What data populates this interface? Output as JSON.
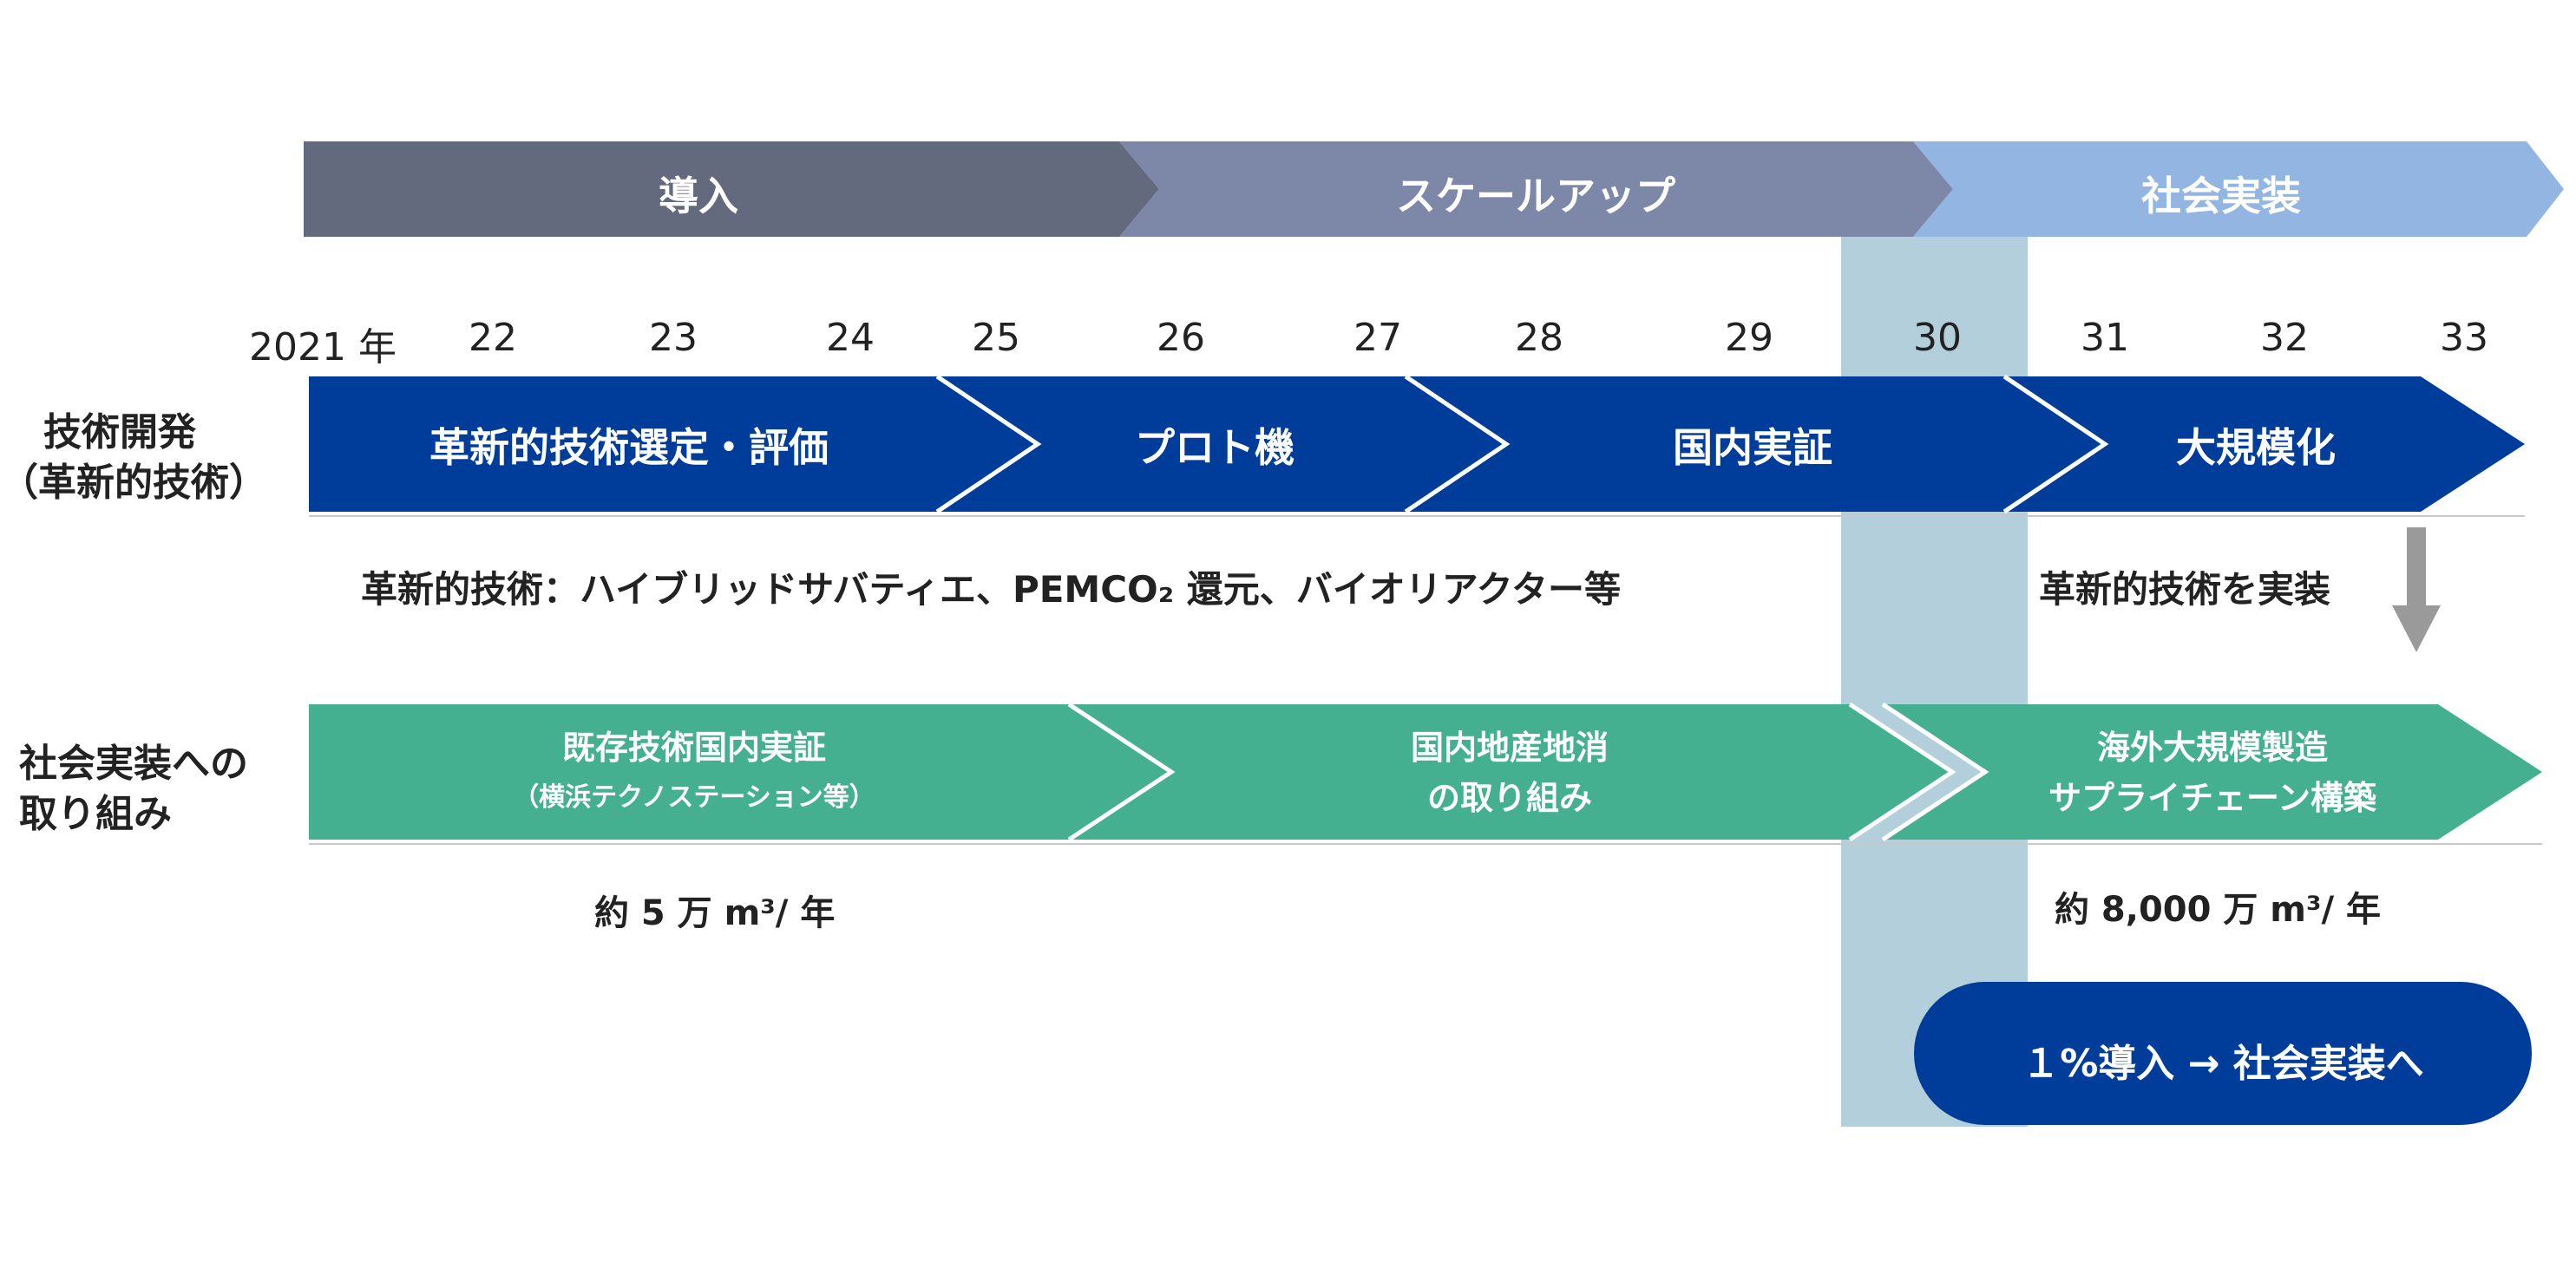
{
  "colors": {
    "phase1": "#646a7e",
    "phase2": "#7d88a8",
    "phase3": "#93b5e1",
    "navy": "#003d9a",
    "green": "#45b08f",
    "highlight": "#b3cfdb",
    "arrow": "#9a9a9a"
  },
  "phases": [
    "導入",
    "スケールアップ",
    "社会実装"
  ],
  "years": [
    "2021 年",
    "22",
    "23",
    "24",
    "25",
    "26",
    "27",
    "28",
    "29",
    "30",
    "31",
    "32",
    "33"
  ],
  "rows": {
    "tech": {
      "label_line1": "技術開発",
      "label_line2": "（革新的技術）",
      "stages": [
        "革新的技術選定・評価",
        "プロト機",
        "国内実証",
        "大規模化"
      ],
      "note_left": "革新的技術：ハイブリッドサバティエ、PEMCO₂ 還元、バイオリアクター等",
      "note_right": "革新的技術を実装"
    },
    "social": {
      "label_line1": "社会実装への",
      "label_line2": "取り組み",
      "stage1_line1": "既存技術国内実証",
      "stage1_line2": "（横浜テクノステーション等）",
      "stage2_line1": "国内地産地消",
      "stage2_line2": "の取り組み",
      "stage3_line1": "海外大規模製造",
      "stage3_line2": "サプライチェーン構築",
      "volume_left": "約 5 万 m³/ 年",
      "volume_right": "約 8,000 万 m³/ 年"
    }
  },
  "goal_label": "１%導入 → 社会実装へ"
}
